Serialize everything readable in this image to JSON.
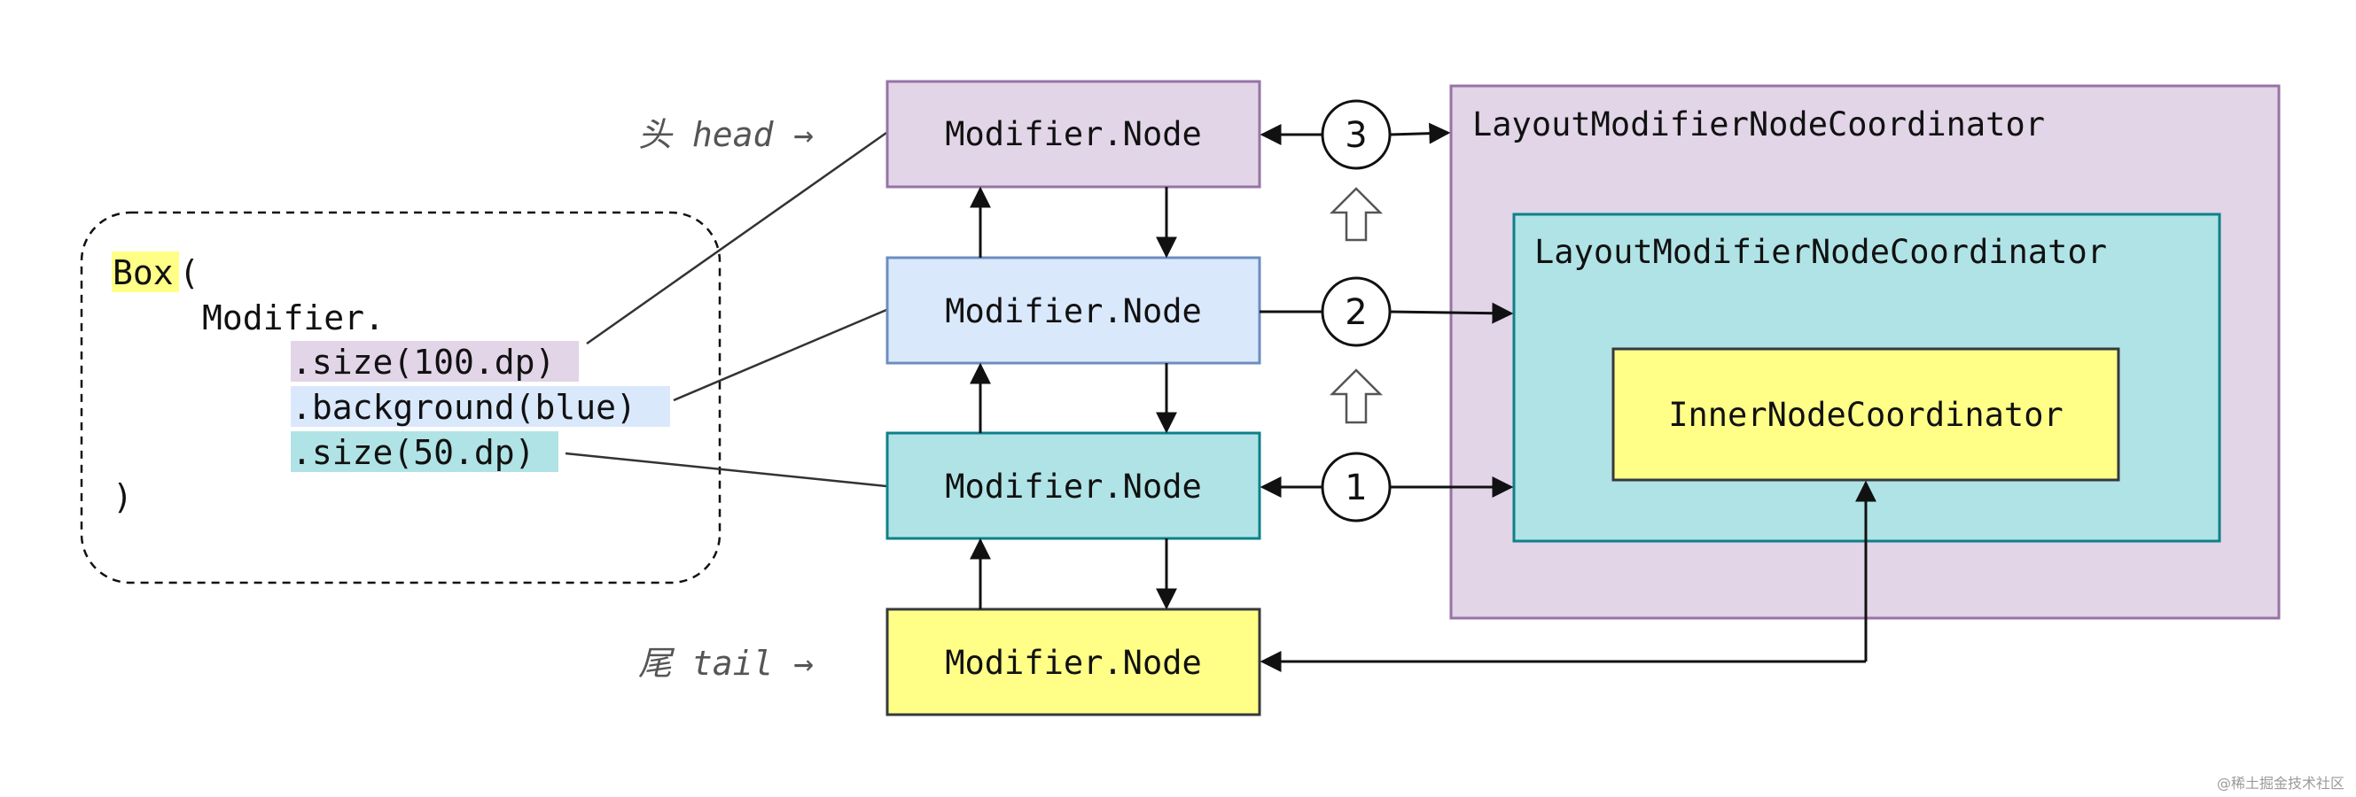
{
  "colors": {
    "purple_fill": "#e1d5e7",
    "purple_stroke": "#9673a6",
    "blue_fill": "#dae8fc",
    "blue_stroke": "#6c8ebf",
    "teal_fill": "#b0e3e6",
    "teal_stroke": "#0e8088",
    "yellow_fill": "#ffff88",
    "yellow_stroke": "#36393d",
    "line": "#111111"
  },
  "code": {
    "box": "Box",
    "open_paren": "(",
    "modifier": "Modifier.",
    "line1": ".size(100.dp)",
    "line2": ".background(blue)",
    "line3": ".size(50.dp)",
    "close_paren": ")"
  },
  "labels": {
    "head": "头 head →",
    "tail": "尾 tail →"
  },
  "nodes": [
    {
      "label": "Modifier.Node"
    },
    {
      "label": "Modifier.Node"
    },
    {
      "label": "Modifier.Node"
    },
    {
      "label": "Modifier.Node"
    }
  ],
  "markers": [
    "3",
    "2",
    "1"
  ],
  "coordinators": {
    "outer": "LayoutModifierNodeCoordinator",
    "middle": "LayoutModifierNodeCoordinator",
    "inner": "InnerNodeCoordinator"
  },
  "watermark": "@稀土掘金技术社区"
}
